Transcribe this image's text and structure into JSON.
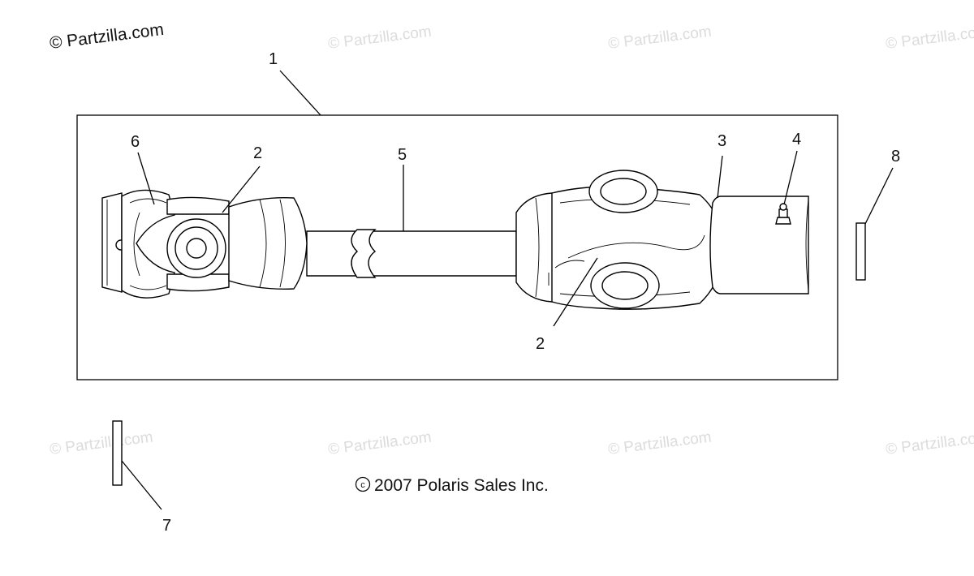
{
  "watermarks": {
    "main": "© Partzilla.com",
    "faded": "© Partzilla.com"
  },
  "copyright": "2007 Polaris Sales Inc.",
  "copyright_symbol": "c",
  "callouts": {
    "assembly": "1",
    "cross_left": "2",
    "cross_right": "2",
    "yoke": "3",
    "grease_fitting": "4",
    "shaft": "5",
    "yoke_left": "6",
    "washer_left": "7",
    "washer_right": "8"
  }
}
